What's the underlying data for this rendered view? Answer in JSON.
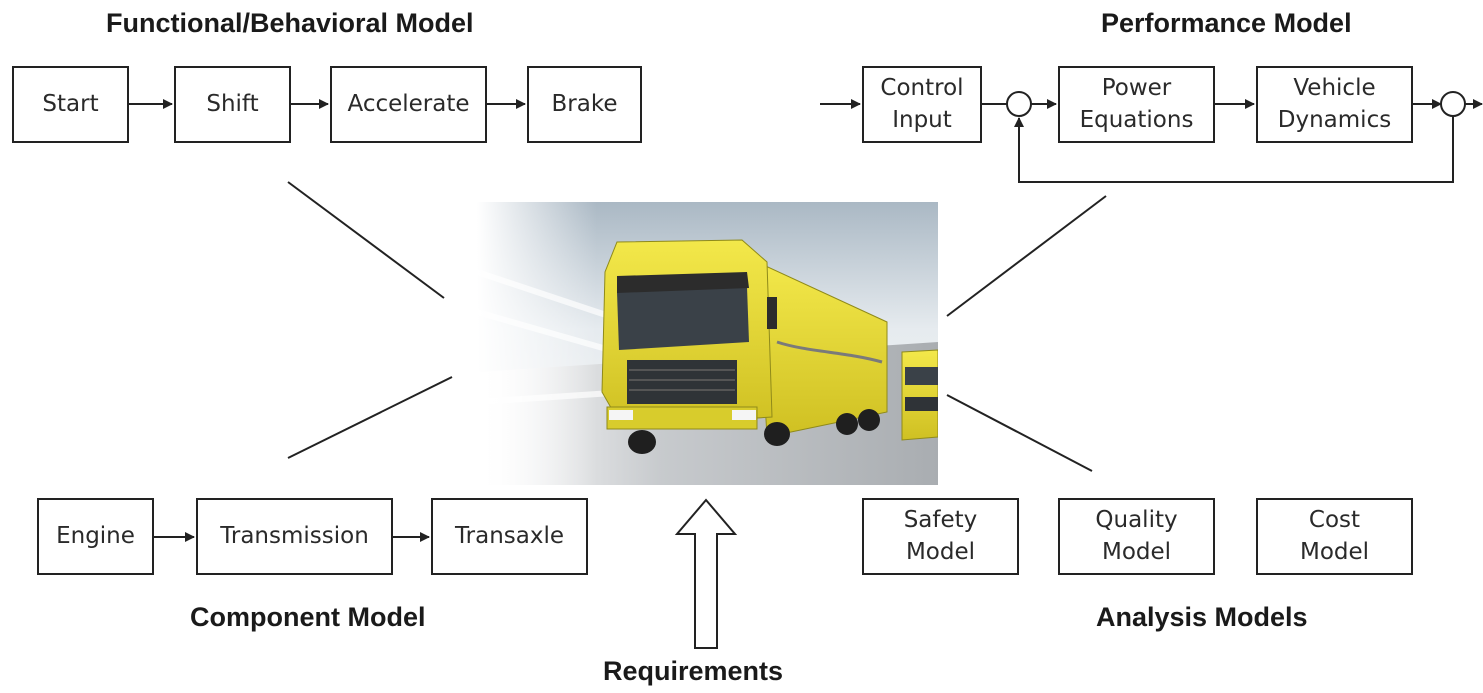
{
  "titles": {
    "functional": "Functional/Behavioral Model",
    "performance": "Performance Model",
    "component": "Component Model",
    "analysis": "Analysis Models",
    "requirements": "Requirements"
  },
  "functional_blocks": [
    "Start",
    "Shift",
    "Accelerate",
    "Brake"
  ],
  "performance_blocks": {
    "control": [
      "Control",
      "Input"
    ],
    "power": [
      "Power",
      "Equations"
    ],
    "vehicle": [
      "Vehicle",
      "Dynamics"
    ]
  },
  "component_blocks": [
    "Engine",
    "Transmission",
    "Transaxle"
  ],
  "analysis_blocks": {
    "safety": [
      "Safety",
      "Model"
    ],
    "quality": [
      "Quality",
      "Model"
    ],
    "cost": [
      "Cost",
      "Model"
    ]
  },
  "colors": {
    "truck_body": "#e8dc2a",
    "sky": "#cfd9e0",
    "road": "#b9bcbf",
    "line": "#222222"
  }
}
